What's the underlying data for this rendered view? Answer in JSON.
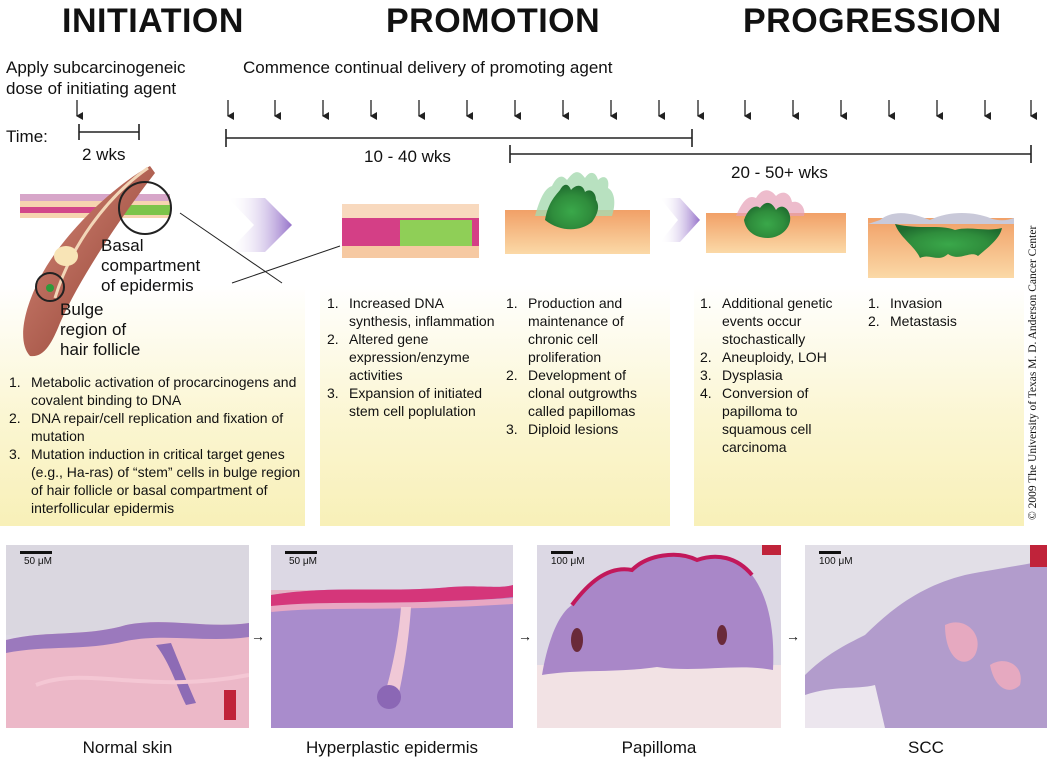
{
  "stages": {
    "initiation": "INITIATION",
    "promotion": "PROMOTION",
    "progression": "PROGRESSION"
  },
  "protocol": {
    "initiation_line1": "Apply subcarcinogeneic",
    "initiation_line2": "dose of initiating agent",
    "promotion": "Commence continual delivery of promoting agent"
  },
  "timeline": {
    "time_label": "Time:",
    "initiation_span": "2 wks",
    "promotion_span": "10 - 40 wks",
    "progression_span": "20 - 50+ wks"
  },
  "anatomy_labels": {
    "basal": [
      "Basal",
      "compartment",
      "of epidermis"
    ],
    "bulge": [
      "Bulge",
      "region of",
      "hair follicle"
    ]
  },
  "panels": {
    "initiation": [
      {
        "num": "1.",
        "text": "Metabolic activation of procarcinogens and covalent binding to DNA"
      },
      {
        "num": "2.",
        "text": "DNA repair/cell replication and fixation of mutation"
      },
      {
        "num": "3.",
        "text": "Mutation induction in critical target genes (e.g., Ha-ras) of “stem” cells in bulge region of hair follicle or basal compartment of interfollicular epidermis"
      }
    ],
    "promotion_a": [
      {
        "num": "1.",
        "text": "Increased DNA synthesis, inflammation"
      },
      {
        "num": "2.",
        "text": "Altered gene expression/enzyme activities"
      },
      {
        "num": "3.",
        "text": "Expansion of initiated stem cell poplulation"
      }
    ],
    "promotion_b": [
      {
        "num": "1.",
        "text": "Production and maintenance of chronic cell proliferation"
      },
      {
        "num": "2.",
        "text": "Development of clonal outgrowths called papillomas"
      },
      {
        "num": "3.",
        "text": "Diploid lesions"
      }
    ],
    "progression_a": [
      {
        "num": "1.",
        "text": "Additional genetic events occur stochastically"
      },
      {
        "num": "2.",
        "text": "Aneuploidy, LOH"
      },
      {
        "num": "3.",
        "text": "Dysplasia"
      },
      {
        "num": "4.",
        "text": "Conversion of papilloma to squamous cell carcinoma"
      }
    ],
    "progression_b": [
      {
        "num": "1.",
        "text": "Invasion"
      },
      {
        "num": "2.",
        "text": "Metastasis"
      }
    ]
  },
  "micrographs": [
    {
      "scale": "50 μM",
      "caption": "Normal skin"
    },
    {
      "scale": "50 μM",
      "caption": "Hyperplastic epidermis"
    },
    {
      "scale": "100 μM",
      "caption": "Papilloma"
    },
    {
      "scale": "100 μM",
      "caption": "SCC"
    }
  ],
  "credit": "© 2009 The University of Texas M. D. Anderson Cancer Center",
  "colors": {
    "panel_fill": "#f8f0b8",
    "chevron": "#8a63c4",
    "tissue_pink": "#c94b7a",
    "he_stain_purple": "#b49ad0",
    "tumor_green": "#2f9a3a"
  }
}
